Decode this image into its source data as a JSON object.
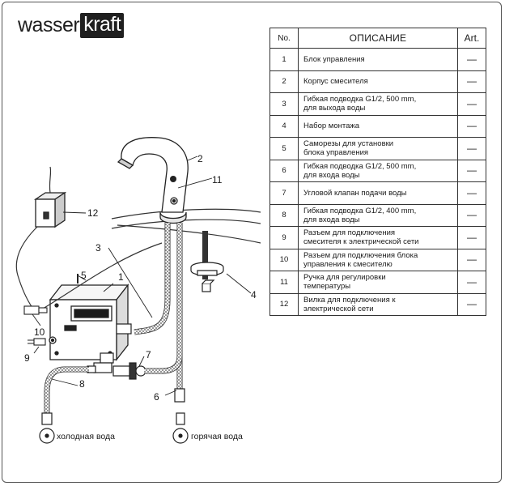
{
  "brand": {
    "word1": "wasser",
    "word2": "kraft"
  },
  "table": {
    "headers": {
      "no": "No.",
      "description": "ОПИСАНИЕ",
      "art": "Art."
    },
    "rows": [
      {
        "no": "1",
        "desc_lines": [
          "Блок управления"
        ],
        "art": "—"
      },
      {
        "no": "2",
        "desc_lines": [
          "Корпус смесителя"
        ],
        "art": "—"
      },
      {
        "no": "3",
        "desc_lines": [
          "Гибкая подводка G1/2, 500 mm,",
          "для выхода воды"
        ],
        "art": "—"
      },
      {
        "no": "4",
        "desc_lines": [
          "Набор монтажа"
        ],
        "art": "—"
      },
      {
        "no": "5",
        "desc_lines": [
          "Саморезы для установки",
          "блока управления"
        ],
        "art": "—"
      },
      {
        "no": "6",
        "desc_lines": [
          "Гибкая подводка G1/2, 500 mm,",
          "для входа воды"
        ],
        "art": "—"
      },
      {
        "no": "7",
        "desc_lines": [
          "Угловой клапан подачи воды"
        ],
        "art": "—"
      },
      {
        "no": "8",
        "desc_lines": [
          "Гибкая подводка G1/2, 400 mm,",
          "для входа воды"
        ],
        "art": "—"
      },
      {
        "no": "9",
        "desc_lines": [
          "Разъем для подключения",
          "смесителя к электрической сети"
        ],
        "art": "—"
      },
      {
        "no": "10",
        "desc_lines": [
          "Разъем для подключения блока",
          "управления к смесителю"
        ],
        "art": "—"
      },
      {
        "no": "11",
        "desc_lines": [
          "Ручка для регулировки",
          "температуры"
        ],
        "art": "—"
      },
      {
        "no": "12",
        "desc_lines": [
          "Вилка для подключения к",
          "электрической сети"
        ],
        "art": "—"
      }
    ]
  },
  "diagram": {
    "callouts": [
      "1",
      "2",
      "3",
      "4",
      "5",
      "6",
      "7",
      "8",
      "9",
      "10",
      "11",
      "12"
    ],
    "cold_label": "холодная вода",
    "hot_label": "горячая вода"
  }
}
